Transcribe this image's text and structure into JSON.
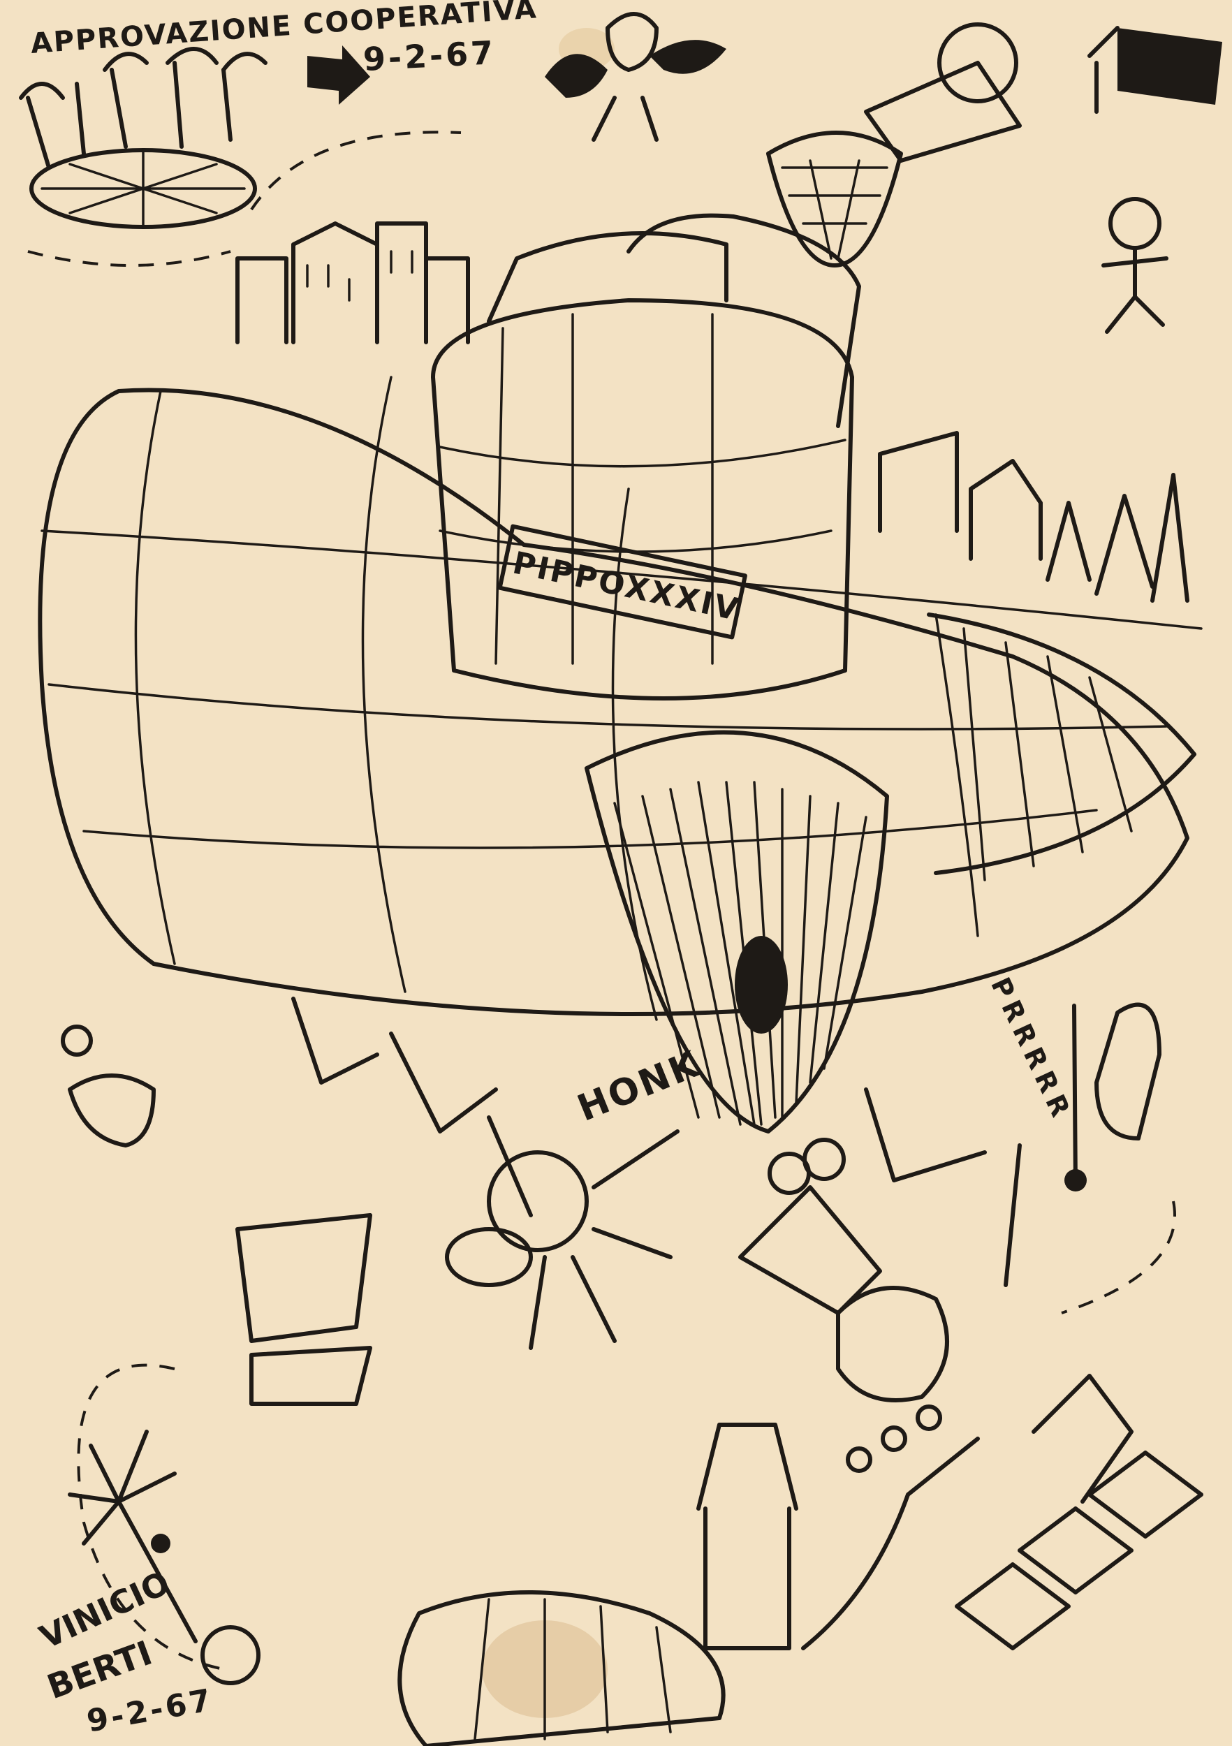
{
  "header": {
    "title": "APPROVAZIONE COOPERATIVA",
    "date": "9-2-67"
  },
  "labels": {
    "hat_band": "PIPPOXXXIV",
    "horn_sound": "HONK",
    "motor_sound": "PRRRRR"
  },
  "signature": {
    "first_name": "VINICIO",
    "last_name": "BERTI",
    "date": "9-2-67"
  },
  "colors": {
    "paper": "#f3e2c4",
    "ink": "#1e1a16"
  }
}
